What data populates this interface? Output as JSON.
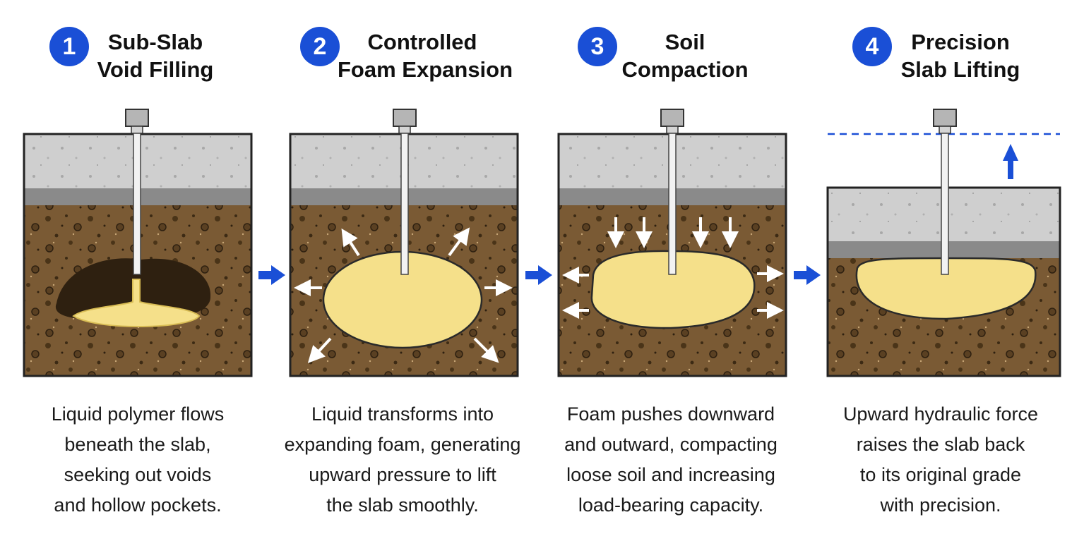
{
  "steps": [
    {
      "number": "1",
      "title_line1": "Sub-Slab",
      "title_line2": "Void Filling",
      "desc": [
        "Liquid polymer flows",
        "beneath the slab,",
        "seeking out voids",
        "and hollow pockets."
      ]
    },
    {
      "number": "2",
      "title_line1": "Controlled",
      "title_line2": "Foam Expansion",
      "desc": [
        "Liquid transforms into",
        "expanding foam, generating",
        "upward pressure to lift",
        "the slab smoothly."
      ]
    },
    {
      "number": "3",
      "title_line1": "Soil",
      "title_line2": "Compaction",
      "desc": [
        "Foam pushes downward",
        "and outward, compacting",
        "loose soil and increasing",
        "load-bearing capacity."
      ]
    },
    {
      "number": "4",
      "title_line1": "Precision",
      "title_line2": "Slab Lifting",
      "desc": [
        "Upward hydraulic force",
        "raises the slab back",
        "to its original grade",
        "with precision."
      ]
    }
  ],
  "colors": {
    "accent": "#1a4fd6",
    "concrete": "#cfcfcf",
    "base_layer": "#8a8a8a",
    "soil": "#7a5a34",
    "foam": "#f5e08a",
    "void": "#2e2010"
  }
}
